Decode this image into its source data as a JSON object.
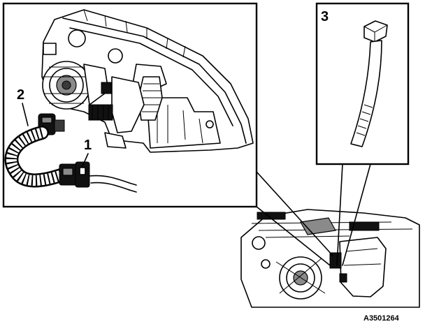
{
  "callouts": {
    "connector": "1",
    "harness": "2",
    "cable_tie": "3"
  },
  "figure_id": "A3501264"
}
